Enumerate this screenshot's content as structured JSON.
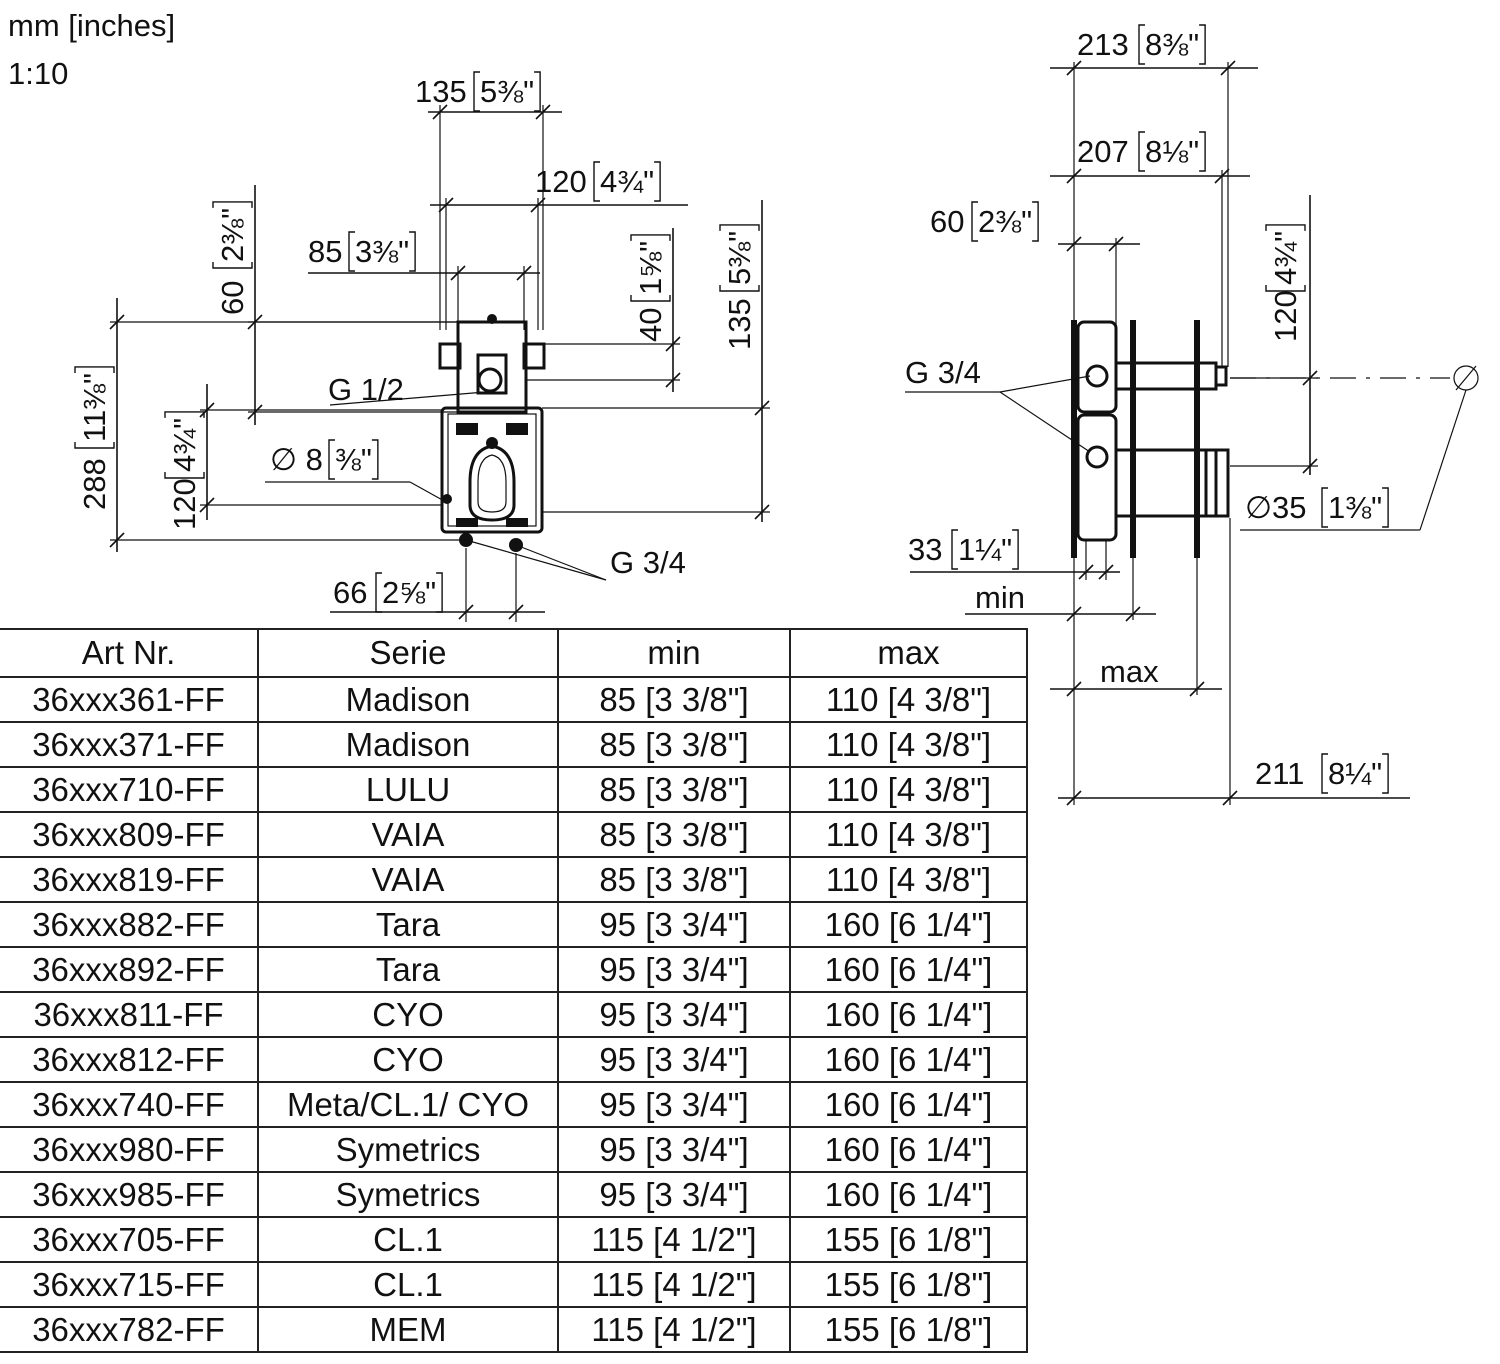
{
  "units_label": "mm [inches]",
  "scale_label": "1:10",
  "front_view": {
    "d135": "135",
    "d135_in": "5⅜\"",
    "d120_top": "120",
    "d120_top_in": "4¾\"",
    "d85": "85",
    "d85_in": "3⅜\"",
    "d60": "60",
    "d60_in": "2⅜\"",
    "d40": "40",
    "d40_in": "1⅝\"",
    "d135_right": "135",
    "d135_right_in": "5⅜\"",
    "d288": "288",
    "d288_in": "11⅜\"",
    "d120_left": "120",
    "d120_left_in": "4¾\"",
    "g12": "G 1/2",
    "dia8": "∅ 8",
    "dia8_in": "⅜\"",
    "g34": "G 3/4",
    "d66": "66",
    "d66_in": "2⅝\""
  },
  "side_view": {
    "d213": "213",
    "d213_in": "8⅜\"",
    "d207": "207",
    "d207_in": "8⅛\"",
    "d60": "60",
    "d60_in": "2⅜\"",
    "d120": "120",
    "d120_in": "4¾\"",
    "g34": "G 3/4",
    "dia35": "∅35",
    "dia35_in": "1⅜\"",
    "d33": "33",
    "d33_in": "1¼\"",
    "min": "min",
    "max": "max",
    "d211": "211",
    "d211_in": "8¼\""
  },
  "table": {
    "headers": [
      "Art Nr.",
      "Serie",
      "min",
      "max"
    ],
    "rows": [
      [
        "36xxx361-FF",
        "Madison",
        "85 [3 3/8\"]",
        "110 [4 3/8\"]"
      ],
      [
        "36xxx371-FF",
        "Madison",
        "85 [3 3/8\"]",
        "110 [4 3/8\"]"
      ],
      [
        "36xxx710-FF",
        "LULU",
        "85 [3 3/8\"]",
        "110 [4 3/8\"]"
      ],
      [
        "36xxx809-FF",
        "VAIA",
        "85 [3 3/8\"]",
        "110 [4 3/8\"]"
      ],
      [
        "36xxx819-FF",
        "VAIA",
        "85 [3 3/8\"]",
        "110 [4 3/8\"]"
      ],
      [
        "36xxx882-FF",
        "Tara",
        "95 [3 3/4\"]",
        "160 [6 1/4\"]"
      ],
      [
        "36xxx892-FF",
        "Tara",
        "95 [3 3/4\"]",
        "160 [6 1/4\"]"
      ],
      [
        "36xxx811-FF",
        "CYO",
        "95 [3 3/4\"]",
        "160 [6 1/4\"]"
      ],
      [
        "36xxx812-FF",
        "CYO",
        "95 [3 3/4\"]",
        "160 [6 1/4\"]"
      ],
      [
        "36xxx740-FF",
        "Meta/CL.1/ CYO",
        "95 [3 3/4\"]",
        "160 [6 1/4\"]"
      ],
      [
        "36xxx980-FF",
        "Symetrics",
        "95 [3 3/4\"]",
        "160 [6 1/4\"]"
      ],
      [
        "36xxx985-FF",
        "Symetrics",
        "95 [3 3/4\"]",
        "160 [6 1/4\"]"
      ],
      [
        "36xxx705-FF",
        "CL.1",
        "115 [4 1/2\"]",
        "155 [6 1/8\"]"
      ],
      [
        "36xxx715-FF",
        "CL.1",
        "115 [4 1/2\"]",
        "155 [6 1/8\"]"
      ],
      [
        "36xxx782-FF",
        "MEM",
        "115 [4 1/2\"]",
        "155 [6 1/8\"]"
      ]
    ]
  }
}
